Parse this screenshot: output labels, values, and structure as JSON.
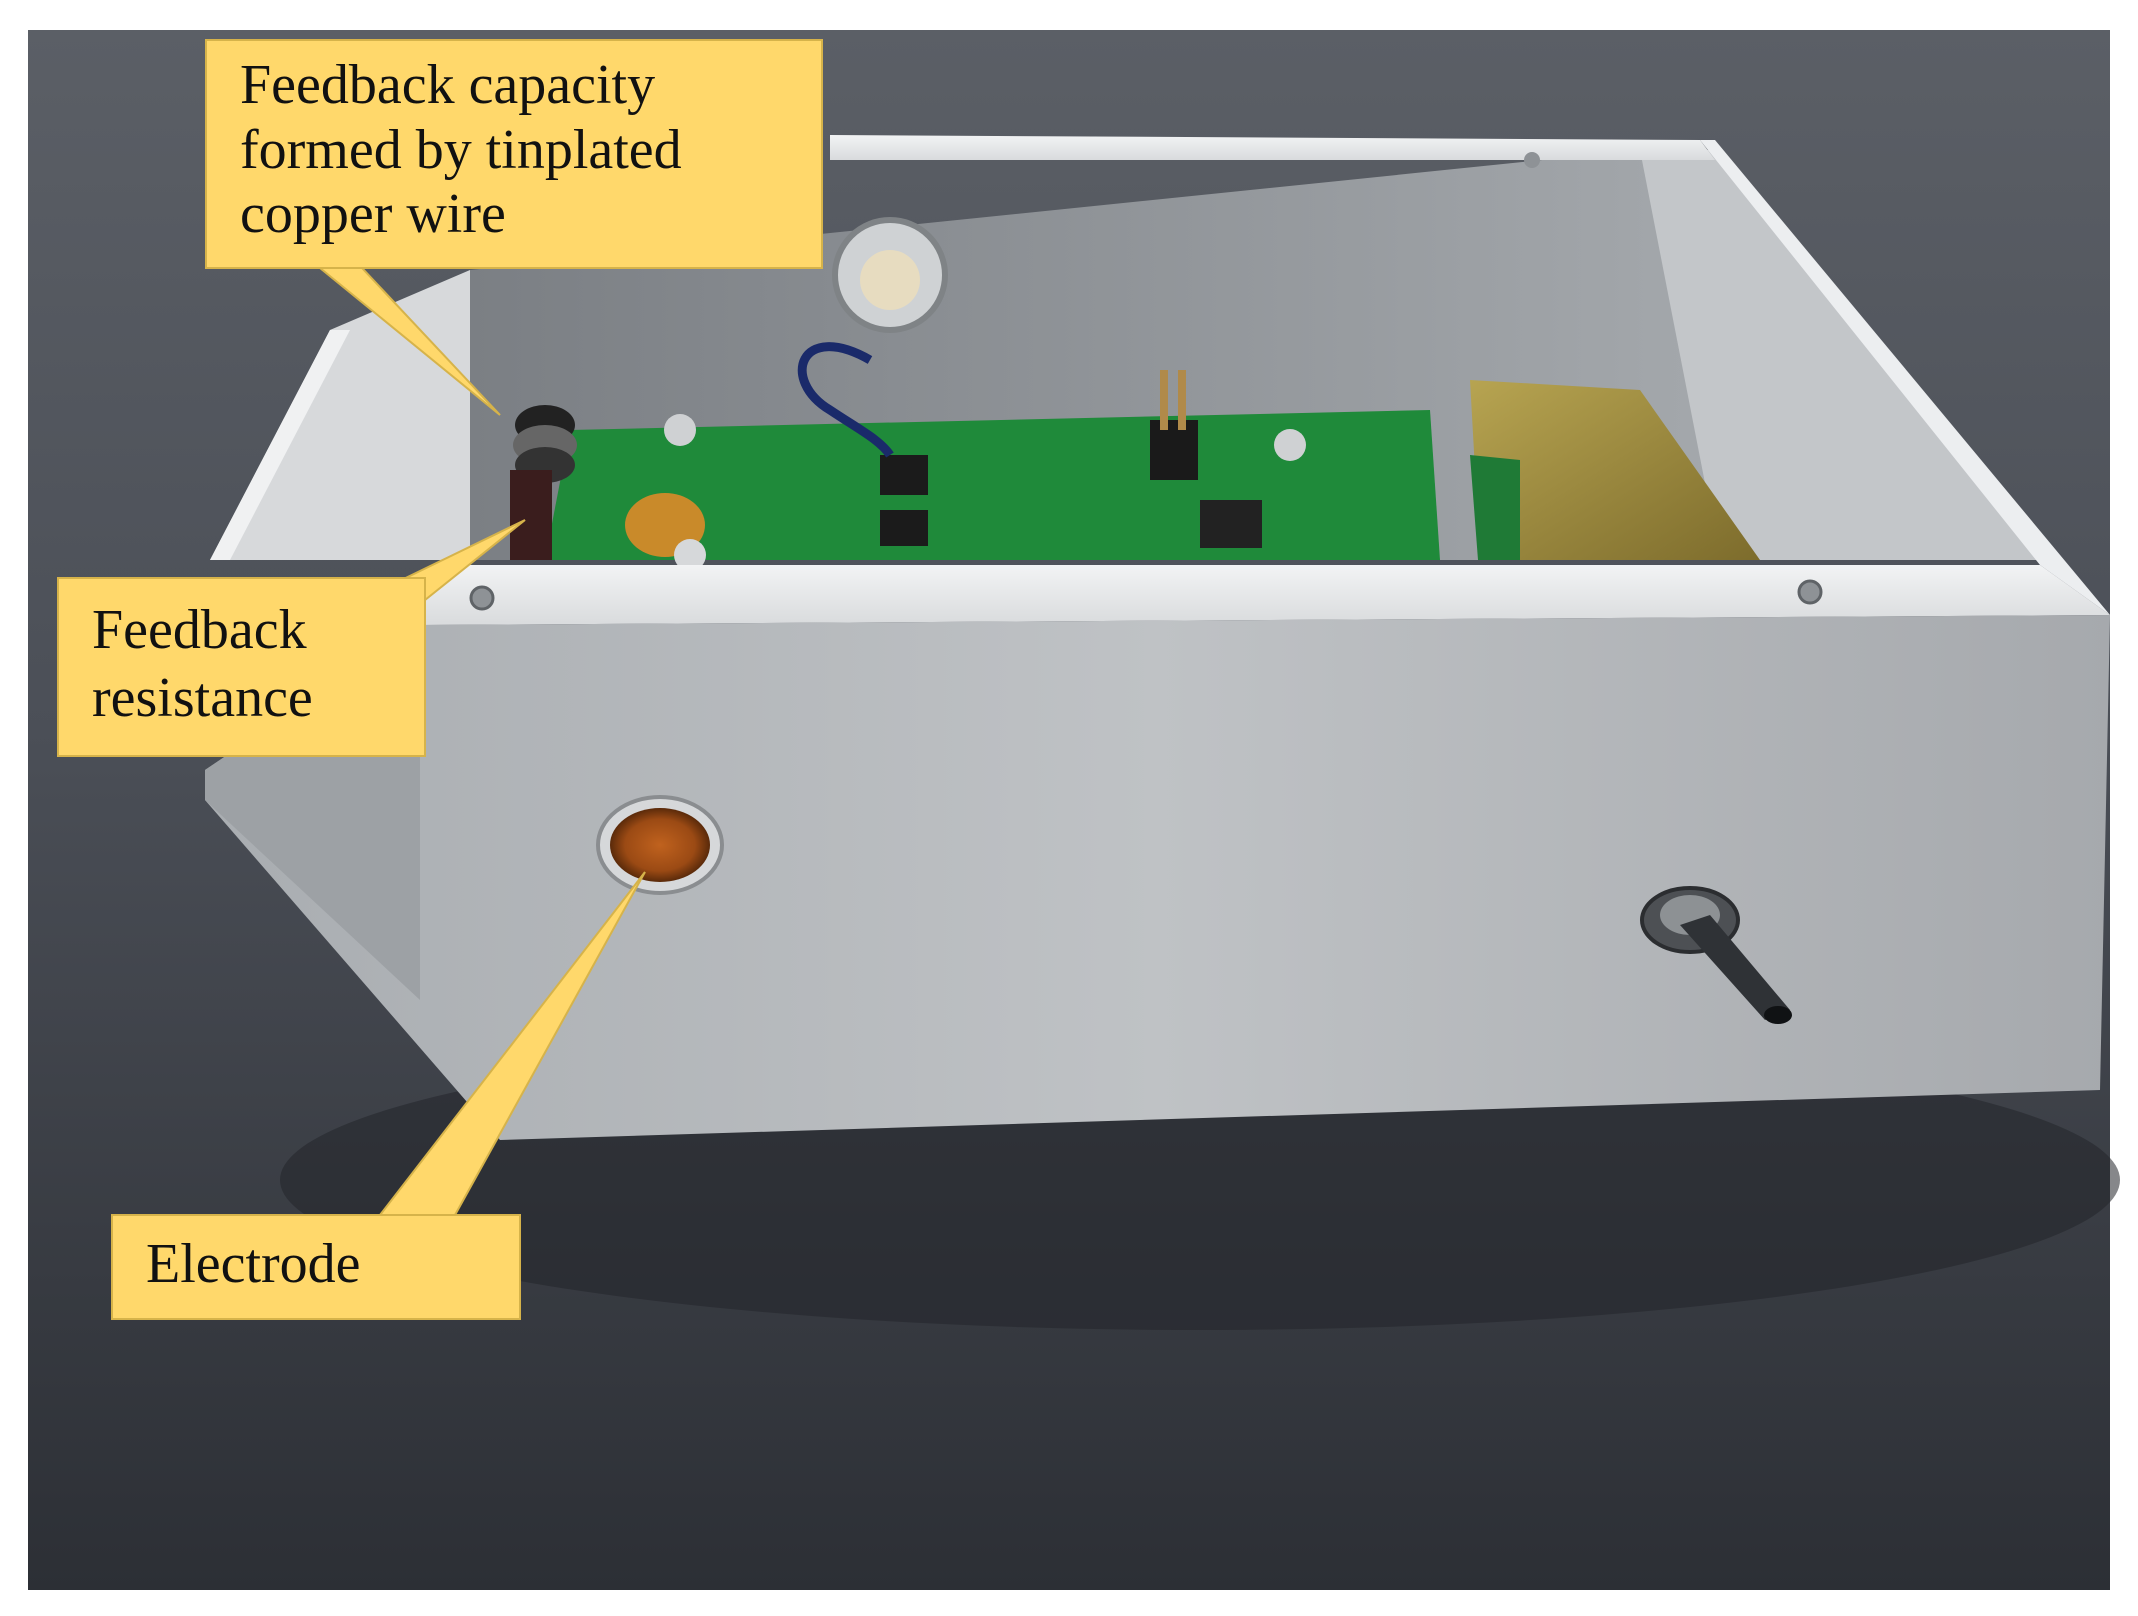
{
  "labels": {
    "capacity": {
      "lines": [
        "Feedback capacity",
        "formed by tinplated",
        "copper wire"
      ]
    },
    "resistance": {
      "lines": [
        "Feedback",
        "resistance"
      ]
    },
    "electrode": {
      "lines": [
        "Electrode"
      ]
    }
  },
  "colors": {
    "callout_fill": "#FFD86B",
    "background_surface": "#4a4f57",
    "enclosure_metal": "#b9bcbf",
    "pcb_green": "#1f8a3a"
  }
}
